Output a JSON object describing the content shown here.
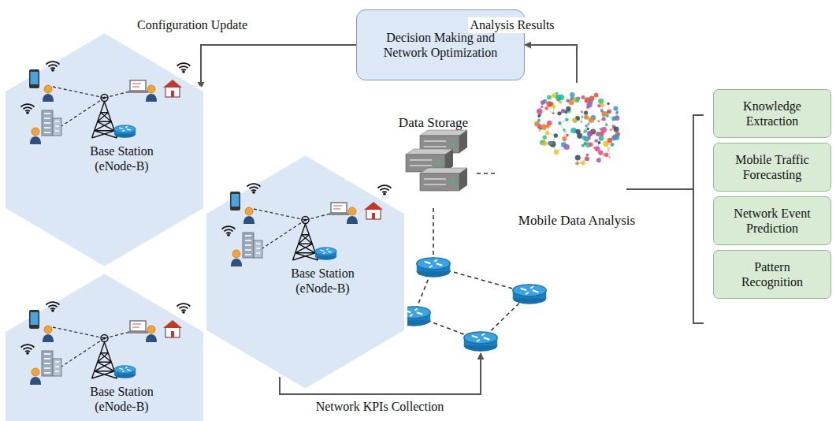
{
  "diagram": {
    "nodes": [
      {
        "text": [
          "Decision Making and Network Optimization"
        ]
      },
      {
        "text": [
          "Base Station (eNode-B)"
        ]
      },
      {
        "text": [
          "Base Station (eNode-B)"
        ]
      },
      {
        "text": [
          "Base Station (eNode-B)"
        ]
      },
      {
        "text": [
          "Data Storage"
        ]
      },
      {
        "text": [
          "Mobile Data Analysis"
        ]
      },
      {
        "text": [
          "Knowledge Extraction"
        ]
      },
      {
        "text": [
          "Mobile Traffic Forecasting"
        ]
      },
      {
        "text": [
          "Network Event Prediction"
        ]
      },
      {
        "text": [
          "Pattern Recognition"
        ]
      }
    ],
    "edges": [
      {
        "from": 0,
        "to": 1,
        "arrow": "to",
        "label": "Configuration Update"
      },
      {
        "from": 5,
        "to": 0,
        "arrow": "to",
        "label": "Analysis Results"
      },
      {
        "from": 4,
        "to": 5,
        "arrow": "none"
      }
    ],
    "labels": [
      "Network KPIs Collection"
    ]
  }
}
